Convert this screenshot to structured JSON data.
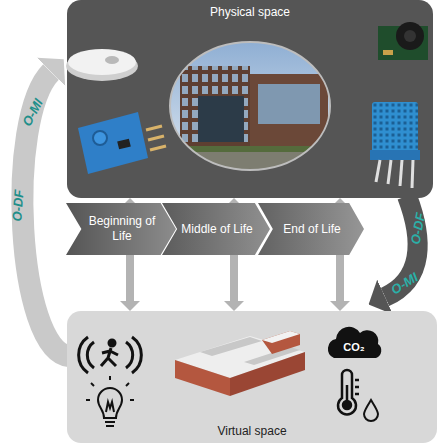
{
  "diagram": {
    "nodes": [
      {
        "text": [
          "Physical space"
        ]
      },
      {
        "text": [
          "Beginning of Life"
        ]
      },
      {
        "text": [
          "Middle of Life"
        ]
      },
      {
        "text": [
          "End of Life"
        ]
      },
      {
        "text": [
          "Virtual space"
        ]
      }
    ],
    "edges": [
      {
        "from": 0,
        "to": 4,
        "arrow": "both"
      },
      {
        "from": 0,
        "to": 4,
        "arrow": "both"
      },
      {
        "from": 0,
        "to": 4,
        "arrow": "both"
      },
      {
        "from": 4,
        "to": 0,
        "arrow": "to"
      },
      {
        "from": 0,
        "to": 4,
        "arrow": "to"
      }
    ],
    "labels": [
      "O-MI",
      "O-DF",
      "O-DF",
      "O-MI",
      "CO₂"
    ]
  }
}
